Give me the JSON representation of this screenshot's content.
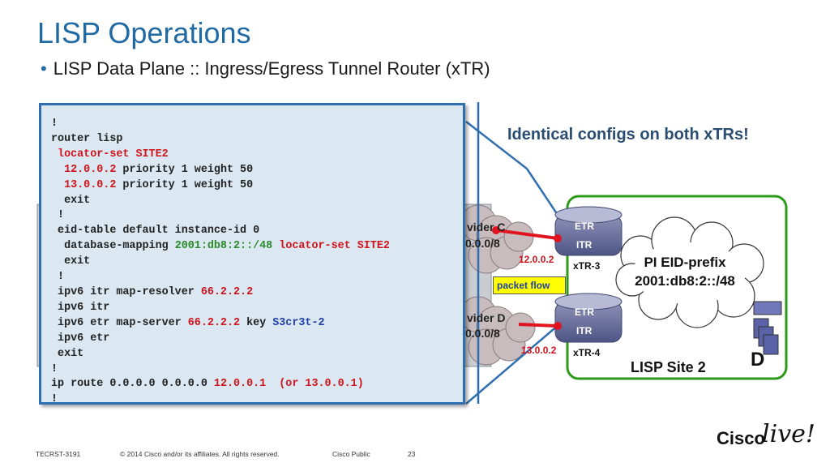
{
  "slide": {
    "title": "LISP Operations",
    "bullet": "LISP Data Plane :: Ingress/Egress Tunnel Router (xTR)"
  },
  "code_lines": [
    [
      {
        "t": "!",
        "c": ""
      }
    ],
    [
      {
        "t": "router lisp",
        "c": ""
      }
    ],
    [
      {
        "t": " locator-set SITE2",
        "c": "red"
      }
    ],
    [
      {
        "t": "  ",
        "c": ""
      },
      {
        "t": "12.0.0.2",
        "c": "red"
      },
      {
        "t": " priority 1 weight 50",
        "c": ""
      }
    ],
    [
      {
        "t": "  ",
        "c": ""
      },
      {
        "t": "13.0.0.2",
        "c": "red"
      },
      {
        "t": " priority 1 weight 50",
        "c": ""
      }
    ],
    [
      {
        "t": "  exit",
        "c": ""
      }
    ],
    [
      {
        "t": " !",
        "c": ""
      }
    ],
    [
      {
        "t": " eid-table default instance-id 0",
        "c": ""
      }
    ],
    [
      {
        "t": "  database-mapping ",
        "c": ""
      },
      {
        "t": "2001:db8:2::/48",
        "c": "green"
      },
      {
        "t": " ",
        "c": ""
      },
      {
        "t": "locator-set SITE2",
        "c": "red"
      }
    ],
    [
      {
        "t": "  exit",
        "c": ""
      }
    ],
    [
      {
        "t": " !",
        "c": ""
      }
    ],
    [
      {
        "t": " ipv6 itr map-resolver ",
        "c": ""
      },
      {
        "t": "66.2.2.2",
        "c": "red"
      }
    ],
    [
      {
        "t": " ipv6 itr",
        "c": ""
      }
    ],
    [
      {
        "t": " ipv6 etr map-server ",
        "c": ""
      },
      {
        "t": "66.2.2.2",
        "c": "red"
      },
      {
        "t": " key ",
        "c": ""
      },
      {
        "t": "S3cr3t-2",
        "c": "blue"
      }
    ],
    [
      {
        "t": " ipv6 etr",
        "c": ""
      }
    ],
    [
      {
        "t": " exit",
        "c": ""
      }
    ],
    [
      {
        "t": "!",
        "c": ""
      }
    ],
    [
      {
        "t": "ip route 0.0.0.0 0.0.0.0 ",
        "c": ""
      },
      {
        "t": "12.0.0.1",
        "c": "red"
      },
      {
        "t": "  (or 13.0.0.1)",
        "c": "red"
      }
    ],
    [
      {
        "t": "!",
        "c": ""
      }
    ]
  ],
  "diagram": {
    "identical_note": "Identical configs on both xTRs!",
    "provider_c": {
      "line1": "vider C",
      "line2": "0.0.0/8"
    },
    "provider_d": {
      "line1": "vider D",
      "line2": "0.0.0/8"
    },
    "ip_c": "12.0.0.2",
    "ip_d": "13.0.0.2",
    "etr": "ETR",
    "itr": "ITR",
    "xtr3": "xTR-3",
    "xtr4": "xTR-4",
    "packet_flow": "packet flow",
    "pi_line1": "PI EID-prefix",
    "pi_line2": "2001:db8:2::/48",
    "site": "LISP Site 2",
    "host": "D"
  },
  "footer": {
    "code": "TECRST-3191",
    "copyright": "© 2014 Cisco and/or its affiliates. All rights reserved.",
    "classification": "Cisco Public",
    "page": "23"
  },
  "brand": {
    "cisco": "Cisco",
    "live": "live!"
  },
  "colors": {
    "title": "#1f6aa5",
    "code_bg": "#dbe8f1",
    "code_border": "#2f6fb0",
    "site_border": "#2e9a1a",
    "link_red": "#e0141e",
    "packet_flow_bg": "#ffff00"
  }
}
